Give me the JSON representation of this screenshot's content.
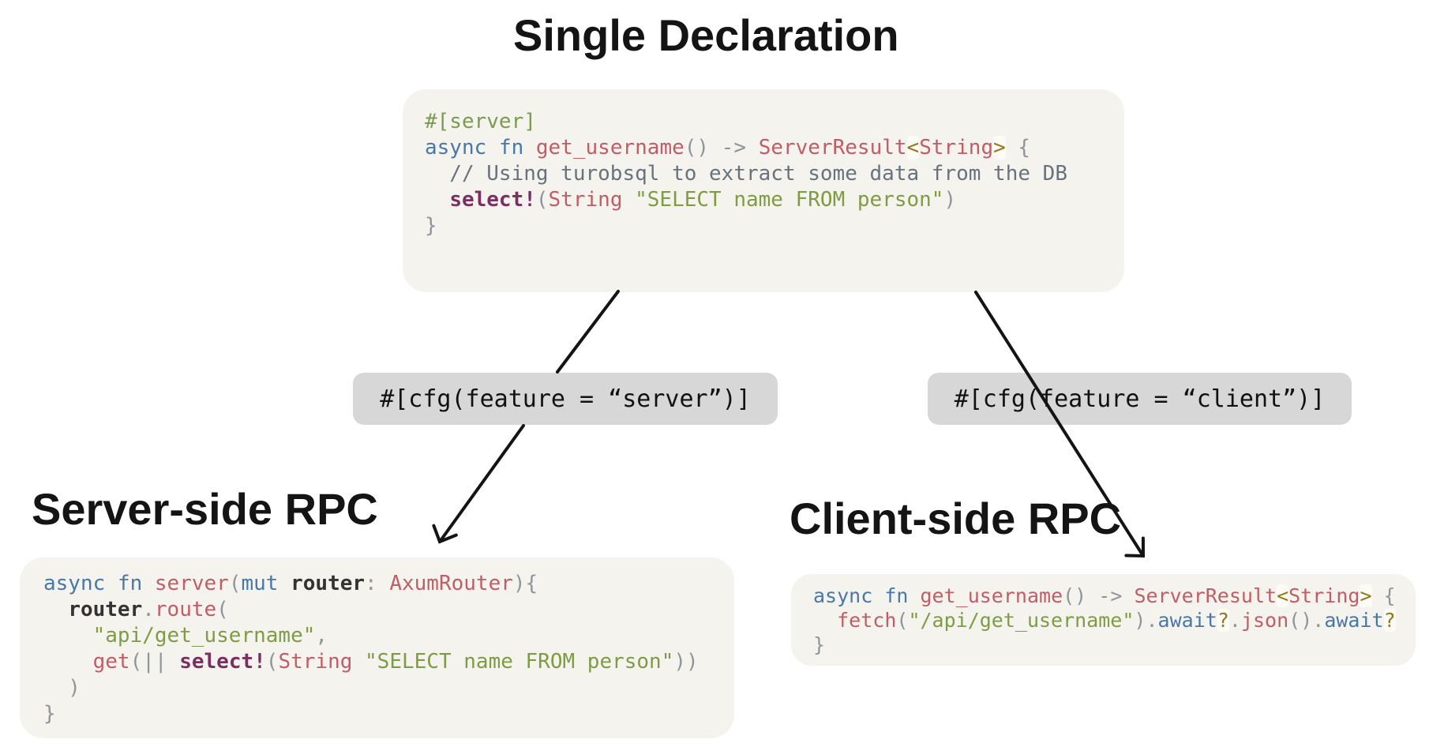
{
  "title": "Single Declaration",
  "headings": {
    "server": "Server-side RPC",
    "client": "Client-side RPC"
  },
  "labels": {
    "server_cfg": "#[cfg(feature = “server”)]",
    "client_cfg": "#[cfg(feature = “client”)]"
  },
  "colors": {
    "kw": "#4878a8",
    "red": "#c05d66",
    "str": "#7e9c44",
    "attr": "#7a9b50",
    "pun": "#8e959c",
    "com": "#68727d",
    "mac": "#7c2e60",
    "op": "#93771c",
    "ophl": "#fcfbf6",
    "var": "#333333",
    "codebg": "#f5f3ee",
    "labelbg": "#d7d7d7",
    "ink": "#141414",
    "pagebg": "#ffffff"
  },
  "code_blocks": {
    "declaration": {
      "lines": [
        [
          {
            "t": "#[server]",
            "c": "attr"
          }
        ],
        [
          {
            "t": "async",
            "c": "kw"
          },
          {
            "t": " ",
            "c": "pun"
          },
          {
            "t": "fn",
            "c": "kw"
          },
          {
            "t": " ",
            "c": "pun"
          },
          {
            "t": "get_username",
            "c": "red"
          },
          {
            "t": "() ",
            "c": "pun"
          },
          {
            "t": "-> ",
            "c": "pun"
          },
          {
            "t": "ServerResult",
            "c": "red"
          },
          {
            "t": "<",
            "c": "op"
          },
          {
            "t": "String",
            "c": "red"
          },
          {
            "t": ">",
            "c": "op"
          },
          {
            "t": " {",
            "c": "pun"
          }
        ],
        [
          {
            "t": "  // Using turobsql to extract some data from the DB",
            "c": "com"
          }
        ],
        [
          {
            "t": "  ",
            "c": "pun"
          },
          {
            "t": "select!",
            "c": "mac"
          },
          {
            "t": "(",
            "c": "pun"
          },
          {
            "t": "String",
            "c": "red"
          },
          {
            "t": " ",
            "c": "pun"
          },
          {
            "t": "\"SELECT name FROM person\"",
            "c": "str"
          },
          {
            "t": ")",
            "c": "pun"
          }
        ],
        [
          {
            "t": "}",
            "c": "pun"
          }
        ]
      ]
    },
    "server": {
      "lines": [
        [
          {
            "t": "async",
            "c": "kw"
          },
          {
            "t": " ",
            "c": "pun"
          },
          {
            "t": "fn",
            "c": "kw"
          },
          {
            "t": " ",
            "c": "pun"
          },
          {
            "t": "server",
            "c": "red"
          },
          {
            "t": "(",
            "c": "pun"
          },
          {
            "t": "mut",
            "c": "kw"
          },
          {
            "t": " ",
            "c": "pun"
          },
          {
            "t": "router",
            "c": "var"
          },
          {
            "t": ": ",
            "c": "pun"
          },
          {
            "t": "AxumRouter",
            "c": "red"
          },
          {
            "t": "){",
            "c": "pun"
          }
        ],
        [
          {
            "t": "  ",
            "c": "pun"
          },
          {
            "t": "router",
            "c": "var"
          },
          {
            "t": ".",
            "c": "pun"
          },
          {
            "t": "route",
            "c": "red"
          },
          {
            "t": "(",
            "c": "pun"
          }
        ],
        [
          {
            "t": "    ",
            "c": "pun"
          },
          {
            "t": "\"api/get_username\"",
            "c": "str"
          },
          {
            "t": ",",
            "c": "pun"
          }
        ],
        [
          {
            "t": "    ",
            "c": "pun"
          },
          {
            "t": "get",
            "c": "red"
          },
          {
            "t": "(",
            "c": "pun"
          },
          {
            "t": "|| ",
            "c": "pun"
          },
          {
            "t": "select!",
            "c": "mac"
          },
          {
            "t": "(",
            "c": "pun"
          },
          {
            "t": "String",
            "c": "red"
          },
          {
            "t": " ",
            "c": "pun"
          },
          {
            "t": "\"SELECT name FROM person\"",
            "c": "str"
          },
          {
            "t": "))",
            "c": "pun"
          }
        ],
        [
          {
            "t": "  )",
            "c": "pun"
          }
        ],
        [
          {
            "t": "}",
            "c": "pun"
          }
        ]
      ]
    },
    "client": {
      "lines": [
        [
          {
            "t": "async",
            "c": "kw"
          },
          {
            "t": " ",
            "c": "pun"
          },
          {
            "t": "fn",
            "c": "kw"
          },
          {
            "t": " ",
            "c": "pun"
          },
          {
            "t": "get_username",
            "c": "red"
          },
          {
            "t": "() ",
            "c": "pun"
          },
          {
            "t": "-> ",
            "c": "pun"
          },
          {
            "t": "ServerResult",
            "c": "red"
          },
          {
            "t": "<",
            "c": "op"
          },
          {
            "t": "String",
            "c": "red"
          },
          {
            "t": ">",
            "c": "op"
          },
          {
            "t": " {",
            "c": "pun"
          }
        ],
        [
          {
            "t": "  ",
            "c": "pun"
          },
          {
            "t": "fetch",
            "c": "red"
          },
          {
            "t": "(",
            "c": "pun"
          },
          {
            "t": "\"/api/get_username\"",
            "c": "str"
          },
          {
            "t": ")",
            "c": "pun"
          },
          {
            "t": ".",
            "c": "pun"
          },
          {
            "t": "await",
            "c": "kw"
          },
          {
            "t": "?",
            "c": "op"
          },
          {
            "t": ".",
            "c": "pun"
          },
          {
            "t": "json",
            "c": "red"
          },
          {
            "t": "()",
            "c": "pun"
          },
          {
            "t": ".",
            "c": "pun"
          },
          {
            "t": "await",
            "c": "kw"
          },
          {
            "t": "?",
            "c": "op"
          }
        ],
        [
          {
            "t": "}",
            "c": "pun"
          }
        ]
      ]
    }
  }
}
